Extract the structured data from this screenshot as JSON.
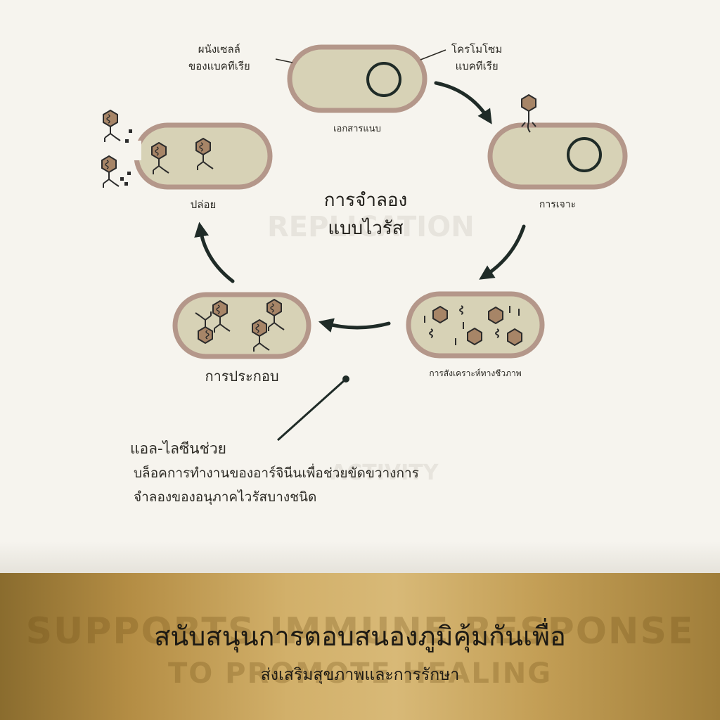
{
  "diagram": {
    "center_title": [
      "การจำลอง",
      "แบบไวรัส"
    ],
    "labels": {
      "cell_wall": [
        "ผนังเซลล์",
        "ของแบคทีเรีย"
      ],
      "chromosome": [
        "โครโมโซม",
        "แบคทีเรีย"
      ],
      "attach": "เอกสารแนบ",
      "penetration": "การเจาะ",
      "biosynthesis": "การสังเคราะห์ทางชีวภาพ",
      "assembly": "การประกอบ",
      "release": "ปล่อย"
    },
    "stages": [
      "เอกสารแนบ",
      "การเจาะ",
      "การสังเคราะห์ทางชีวภาพ",
      "การประกอบ",
      "ปล่อย"
    ],
    "colors": {
      "cell_fill": "#d7d2b6",
      "cell_border": "#b4978a",
      "arrow": "#1f2b27",
      "virus": "#a78567"
    }
  },
  "note": {
    "heading": "แอล-ไลซีนช่วย",
    "body": "บล็อคการทำงานของอาร์จินีนเพื่อช่วยขัดขวางการจำลองของอนุภาคไวรัสบางชนิด"
  },
  "banner": {
    "title": "สนับสนุนการตอบสนองภูมิคุ้มกันเพื่อ",
    "subtitle": "ส่งเสริมสุขภาพและการรักษา",
    "colors": {
      "gold_light": "#d8b977",
      "gold_dark": "#8a6c2e"
    }
  }
}
